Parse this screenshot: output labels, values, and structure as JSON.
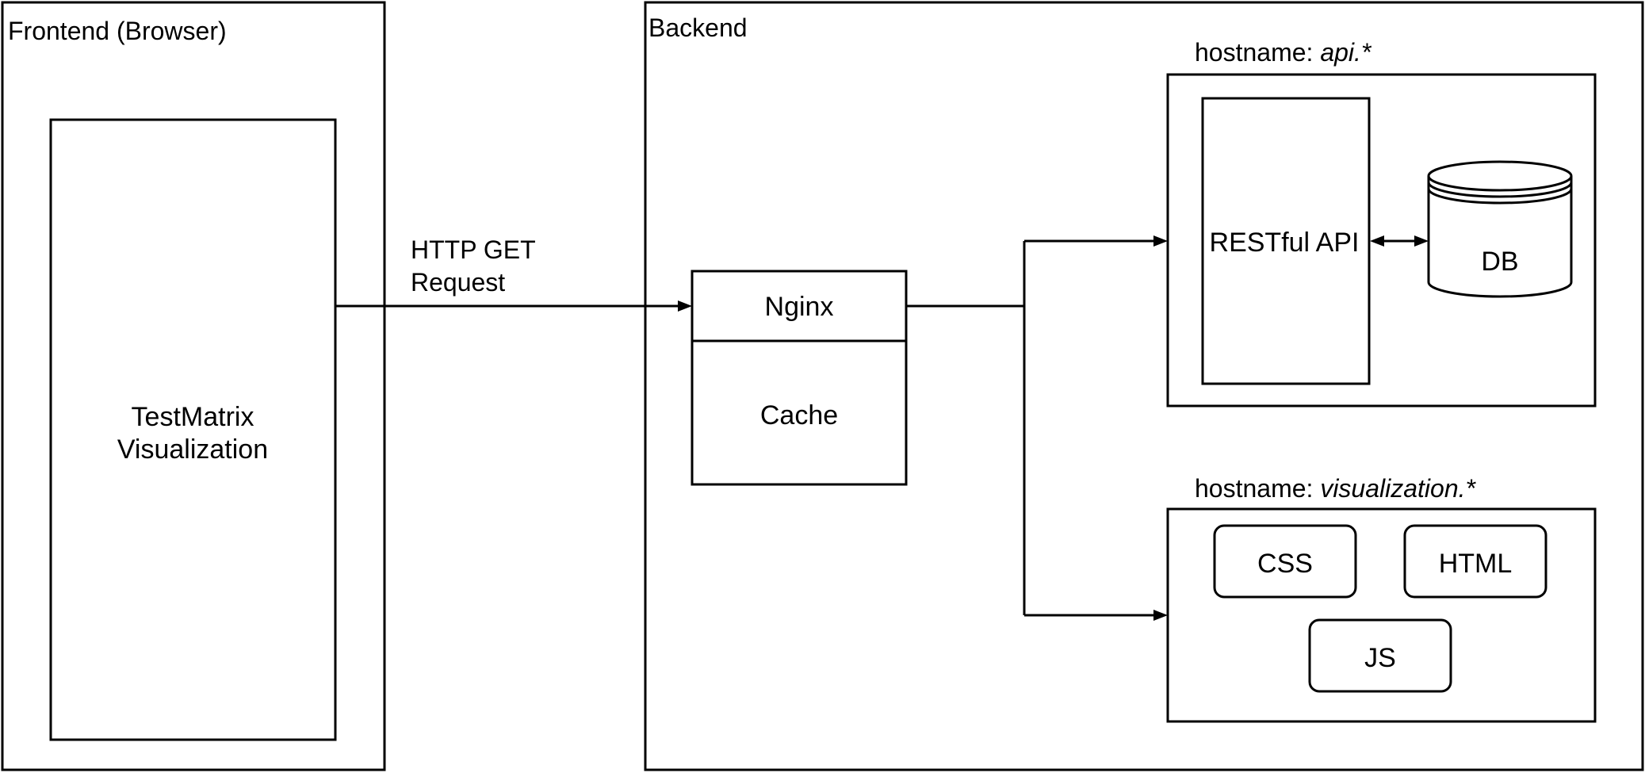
{
  "groups": {
    "frontend": {
      "label": "Frontend (Browser)"
    },
    "backend": {
      "label": "Backend"
    },
    "api_host": {
      "label_prefix": "hostname: ",
      "label_value": "api.*"
    },
    "viz_host": {
      "label_prefix": "hostname: ",
      "label_value": "visualization.*"
    }
  },
  "nodes": {
    "testmatrix": {
      "line1": "TestMatrix",
      "line2": "Visualization"
    },
    "nginx": {
      "label": "Nginx"
    },
    "cache": {
      "label": "Cache"
    },
    "restful_api": {
      "label": "RESTful API"
    },
    "db": {
      "label": "DB"
    },
    "css": {
      "label": "CSS"
    },
    "html": {
      "label": "HTML"
    },
    "js": {
      "label": "JS"
    }
  },
  "edges": {
    "http_get": {
      "line1": "HTTP GET",
      "line2": "Request"
    }
  }
}
